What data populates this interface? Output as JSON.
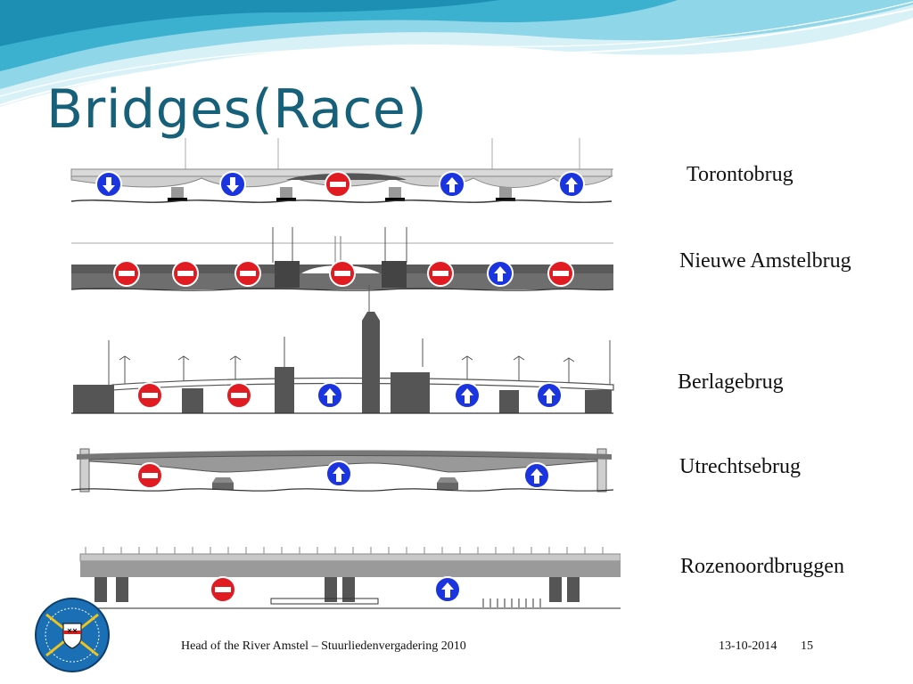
{
  "title": "Bridges(Race)",
  "colors": {
    "title": "#17607a",
    "wave_light": "#bfe8f2",
    "wave_dark": "#6cc8de",
    "stop_sign": "#e11b22",
    "arrow_sign": "#1a34e0",
    "bridge": "#555555"
  },
  "bridges": [
    {
      "label": "Torontobrug",
      "signs": [
        "down-arrow",
        "down-arrow",
        "no-entry",
        "up-arrow",
        "up-arrow"
      ]
    },
    {
      "label": "Nieuwe Amstelbrug",
      "signs": [
        "no-entry",
        "no-entry",
        "no-entry",
        "no-entry",
        "no-entry",
        "up-arrow",
        "no-entry"
      ]
    },
    {
      "label": "Berlagebrug",
      "signs": [
        "no-entry",
        "no-entry",
        "up-arrow",
        "up-arrow",
        "up-arrow"
      ]
    },
    {
      "label": "Utrechtsebrug",
      "signs": [
        "no-entry",
        "up-arrow",
        "up-arrow"
      ]
    },
    {
      "label": "Rozenoordbruggen",
      "signs": [
        "no-entry",
        "up-arrow"
      ]
    }
  ],
  "footer": {
    "center": "Head of the River Amstel – Stuurliedenvergadering 2010",
    "date": "13-10-2014",
    "page": "15"
  },
  "logo_icon": "club-crest-icon"
}
